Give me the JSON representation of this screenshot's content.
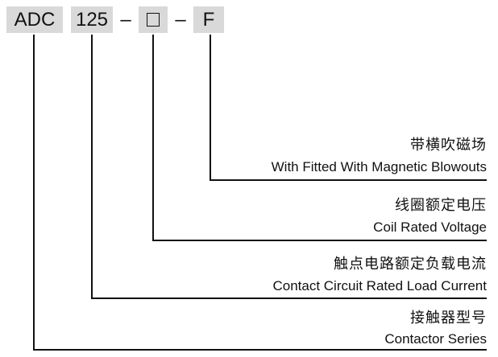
{
  "code": {
    "series": "ADC",
    "current": "125",
    "dash1": "–",
    "dash2": "–",
    "suffix": "F"
  },
  "fields": [
    {
      "cn": "带横吹磁场",
      "en": "With Fitted With Magnetic Blowouts"
    },
    {
      "cn": "线圈额定电压",
      "en": "Coil Rated Voltage"
    },
    {
      "cn": "触点电路额定负载电流",
      "en": "Contact Circuit Rated Load Current"
    },
    {
      "cn": "接触器型号",
      "en": "Contactor Series"
    }
  ],
  "colors": {
    "box_fill": "#d9d9d9",
    "line": "#111111"
  }
}
